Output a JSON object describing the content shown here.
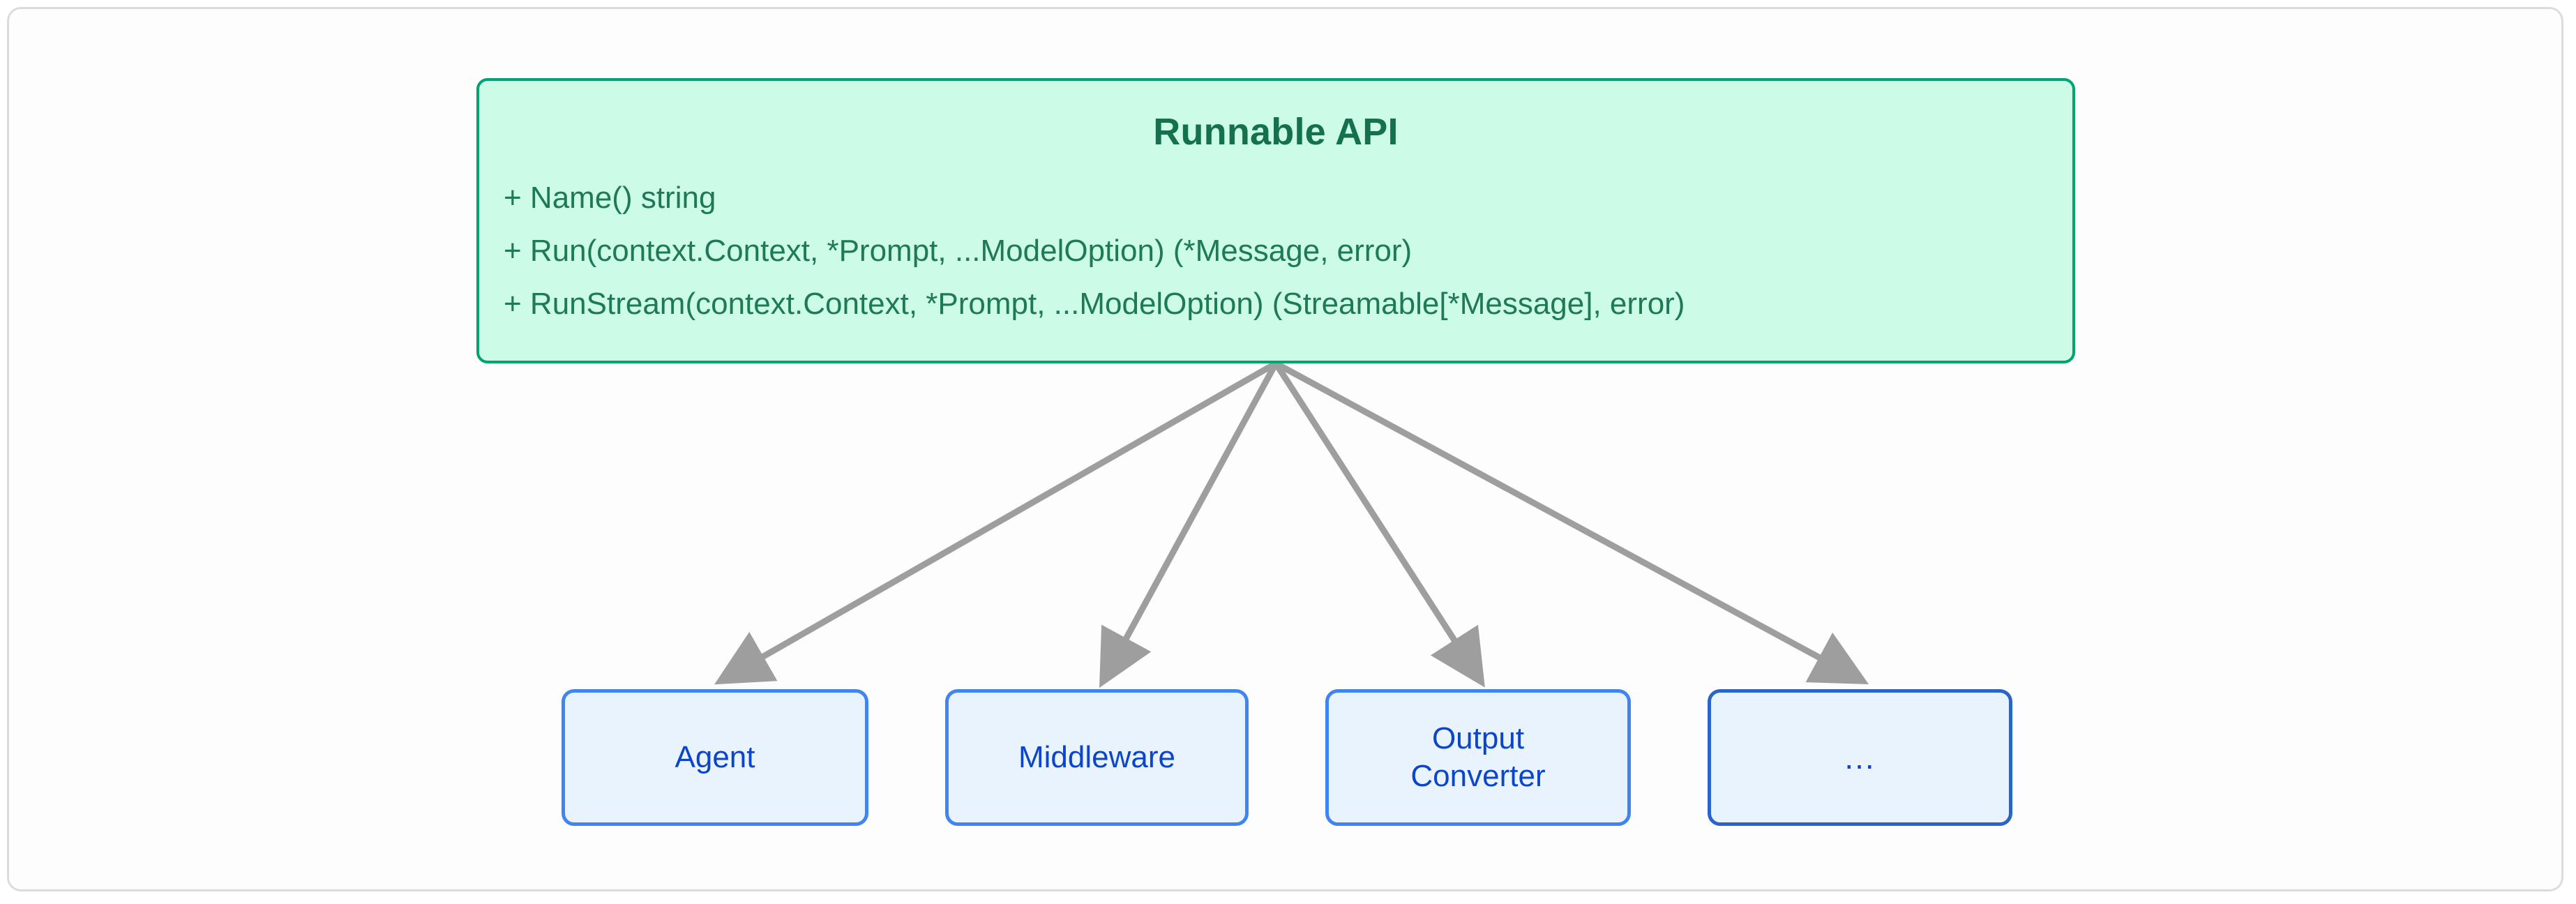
{
  "diagram": {
    "type": "uml-class-inheritance",
    "interface": {
      "title": "Runnable API",
      "fill_color": "#ccfbe8",
      "stroke_color": "#00a372",
      "text_color": "#15704c",
      "methods": [
        "+ Name() string",
        "+ Run(context.Context, *Prompt, ...ModelOption) (*Message, error)",
        "+ RunStream(context.Context, *Prompt, ...ModelOption) (Streamable[*Message], error)"
      ]
    },
    "implementations": [
      {
        "label": "Agent",
        "fill_color": "#e9f3fe",
        "stroke_color": "#4084f0",
        "text_color": "#0b45c9"
      },
      {
        "label": "Middleware",
        "fill_color": "#e9f3fe",
        "stroke_color": "#4084f0",
        "text_color": "#0b45c9"
      },
      {
        "label": "Output\nConverter",
        "fill_color": "#e9f3fe",
        "stroke_color": "#4084f0",
        "text_color": "#0b45c9"
      },
      {
        "label": "...",
        "fill_color": "#e9f3fe",
        "stroke_color": "#2a64c8",
        "text_color": "#0b45c9"
      }
    ],
    "connectors": {
      "color": "#9e9e9e",
      "style": "solid-arrow",
      "count": 4,
      "source": "Runnable API",
      "targets": [
        "Agent",
        "Middleware",
        "Output Converter",
        "..."
      ]
    },
    "frame": {
      "background": "#fdfdfd",
      "border_color": "#dcdcdc"
    }
  }
}
